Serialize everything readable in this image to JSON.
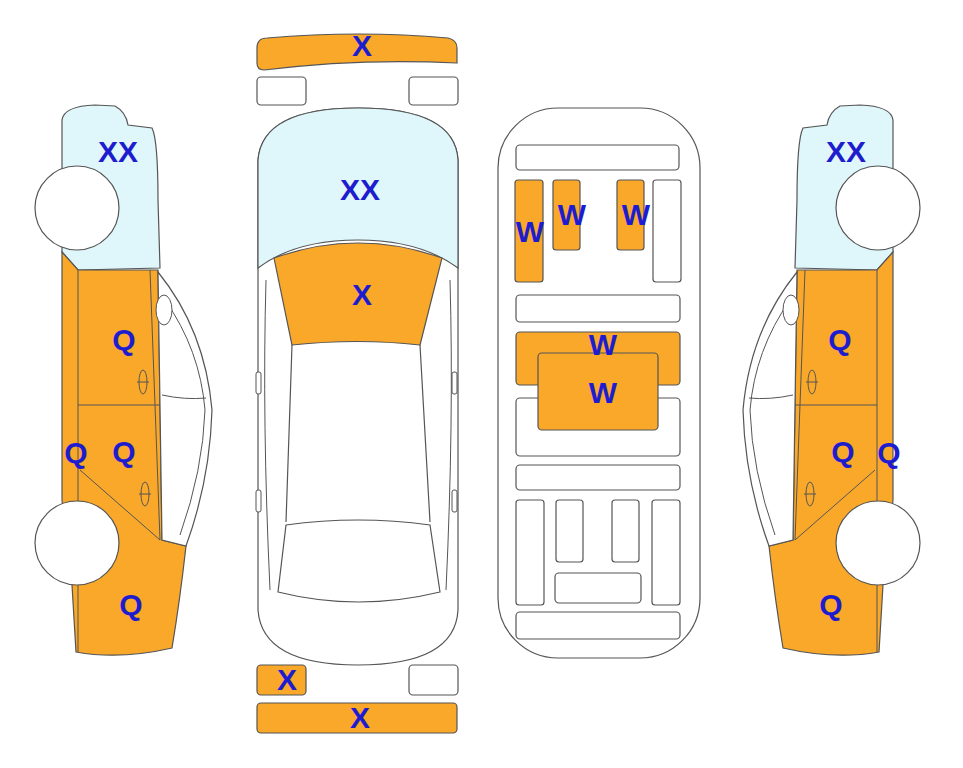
{
  "diagram": {
    "labels": [
      "X",
      "XX",
      "XX",
      "XX",
      "W",
      "W",
      "W",
      "X",
      "Q",
      "Q",
      "W",
      "W",
      "Q",
      "Q",
      "Q",
      "Q",
      "Q",
      "Q",
      "X",
      "X"
    ]
  }
}
